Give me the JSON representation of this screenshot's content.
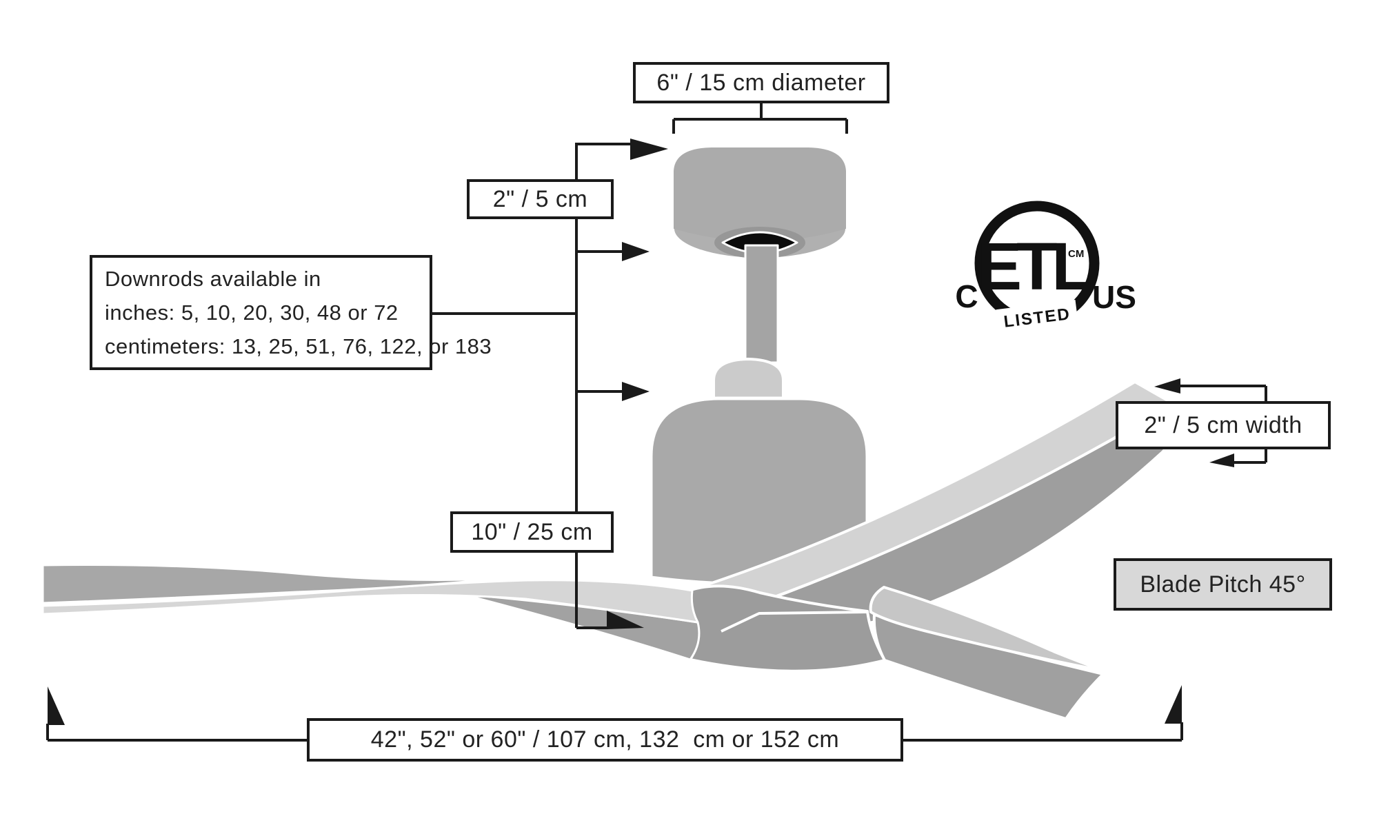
{
  "diagram": {
    "title_implied": "Ceiling fan dimension diagram",
    "labels": {
      "diameter": "6\" / 15 cm diameter",
      "canopy_height": "2\" / 5 cm",
      "downrods_line1": "Downrods available in",
      "downrods_line2": "inches: 5, 10, 20, 30, 48 or 72",
      "downrods_line3": "centimeters: 13, 25, 51, 76, 122, or 183",
      "motor_height": "10\" / 25 cm",
      "blade_width": "2\" / 5 cm width",
      "blade_pitch": "Blade Pitch 45°",
      "blade_span": "42\", 52\" or 60\" / 107 cm, 132  cm or 152 cm"
    },
    "certification": {
      "left": "C",
      "mark": "ETL",
      "trademark": "CM",
      "banner": "LISTED",
      "right": "US"
    },
    "icons": [
      "etl-listed-logo",
      "dimension-arrow",
      "dimension-bracket"
    ],
    "colors": {
      "background": "#ffffff",
      "line": "#1a1a1a",
      "box_border": "#1a1a1a",
      "pitch_box_bg": "#d8d8d8",
      "fan_body_gray": "#a9a9a9",
      "canopy_gray": "#ababab",
      "coupler_gray": "#cbcbcb",
      "blade_light_gray": "#d4d4d4",
      "blade_dark_gray": "#9e9e9e",
      "hub_hole_black": "#0b0b0b"
    }
  }
}
